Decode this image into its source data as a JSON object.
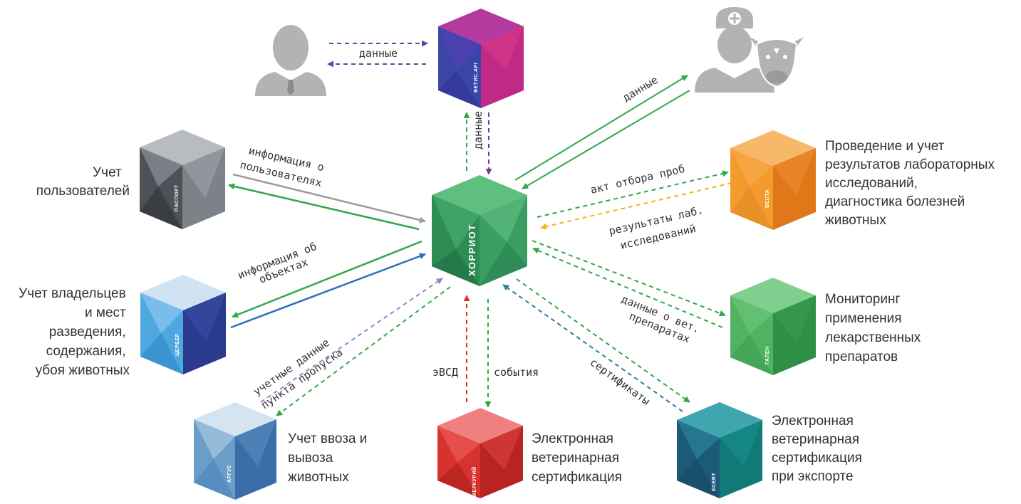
{
  "colors": {
    "green": "#2fa84a",
    "gray": "#9a9a9a",
    "blue": "#2f6fba",
    "purple": "#6a3fa0",
    "orange": "#f3b21b",
    "red": "#d8322f",
    "teal": "#2a7f9a",
    "lavender": "#8f86c9"
  },
  "cubes": {
    "hub": "ХОРРИОТ",
    "vetis": "ВЕТИС.API",
    "pasport": "ПАСПОРТ",
    "cerber": "ЦЕРБЕР",
    "argus": "АРГУС",
    "merkuriy": "МЕРКУРИЙ",
    "ecert": "ECERT",
    "galen": "ГАЛЕН",
    "vesta": "ВЕСТА"
  },
  "descriptions": {
    "pasport": [
      "Учет",
      "пользователей"
    ],
    "cerber": [
      "Учет владельцев",
      "и мест",
      "разведения,",
      "содержания,",
      "убоя животных"
    ],
    "argus": [
      "Учет ввоза и",
      "вывоза",
      "животных"
    ],
    "merkuriy": [
      "Электронная",
      "ветеринарная",
      "сертификация"
    ],
    "ecert": [
      "Электронная",
      "ветеринарная",
      "сертификация",
      "при экспорте"
    ],
    "galen": [
      "Мониторинг",
      "применения",
      "лекарственных",
      "препаратов"
    ],
    "vesta": [
      "Проведение и учет",
      "результатов лабораторных",
      "исследований,",
      "диагностика болезней",
      "животных"
    ]
  },
  "labels": {
    "user_api": "данные",
    "vet_hub": "данные",
    "api_hub": "данные",
    "pasport_l1": "информация о",
    "pasport_l2": "пользователях",
    "cerber_l1": "информация об",
    "cerber_l2": "объектах",
    "argus_l1": "учетные данные",
    "argus_l2": "пункта пропуска",
    "evsd": "эВСД",
    "events": "события",
    "certs": "сертификаты",
    "galen_l1": "данные о вет.",
    "galen_l2": "препаратах",
    "vesta_out": "акт отбора проб",
    "vesta_in_l1": "результаты лаб.",
    "vesta_in_l2": "исследований"
  }
}
